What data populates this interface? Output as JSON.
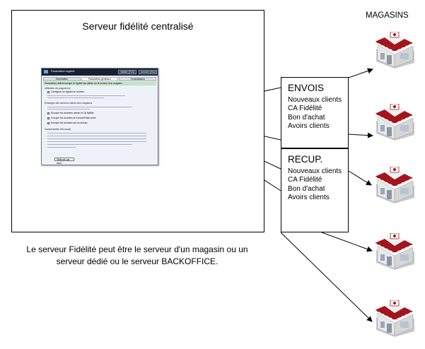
{
  "server": {
    "title": "Serveur fidélité centralisé"
  },
  "app_screenshot": {
    "window_title": "Paramétrer logiciel",
    "buttons": [
      "Valider (F10)",
      "Annuler (Esc)"
    ],
    "tabs": [
      "Généralités",
      "Paramètres généraux",
      "Centralisation"
    ],
    "notice": "Paramètres définis lorsque le logiciel est utilisé sur le serveur d'un magasin",
    "sections": [
      "Utilisation du programme",
      "Échanges des données clients inter-magasins",
      "Compensation des avoirs"
    ],
    "options": [
      "Configurer ce logiciel en serveur",
      "Envoyer les données clients et CA fidélité",
      "Envoyer les données en format fichier texte",
      "Envoyer les données via un réseau"
    ],
    "select_value": "Méthode par avoir"
  },
  "envois": {
    "title": "ENVOIS",
    "items": [
      "Nouveaux clients",
      "CA Fidélité",
      "Bon d'achat",
      "Avoirs clients"
    ]
  },
  "recup": {
    "title": "RECUP.",
    "items": [
      "Nouveaux clients",
      "CA Fidélité",
      "Bon d'achat",
      "Avoirs clients"
    ]
  },
  "magasins": {
    "label": "MAGASINS",
    "count": 5
  },
  "caption": "Le serveur Fidélité peut être le serveur d'un magasin ou un serveur dédié ou le serveur BACKOFFICE.",
  "colors": {
    "awning_red": "#a3141c",
    "store_wall": "#e9e9e9",
    "store_roof": "#c9c9c9",
    "line": "#000000"
  }
}
